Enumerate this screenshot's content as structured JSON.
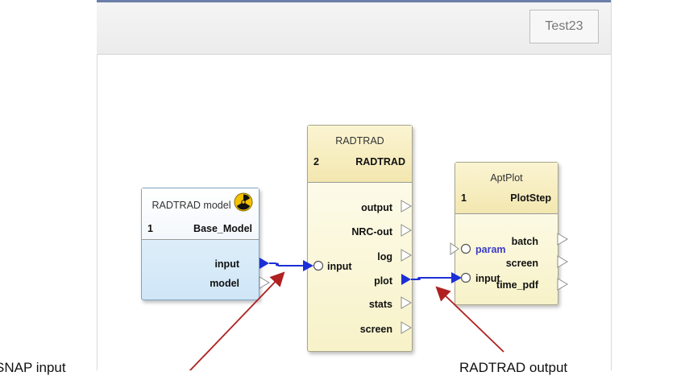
{
  "toolbar": {
    "button_label": "Test23"
  },
  "nodes": {
    "radtrad_model": {
      "title": "RADTRAD model",
      "icon": "radiation-icon",
      "number": "1",
      "instance": "Base_Model",
      "outputs": [
        "input",
        "model"
      ]
    },
    "radtrad": {
      "title": "RADTRAD",
      "number": "2",
      "instance": "RADTRAD",
      "inputs": [
        "input"
      ],
      "outputs": [
        "output",
        "NRC-out",
        "log",
        "plot",
        "stats",
        "screen"
      ]
    },
    "aptplot": {
      "title": "AptPlot",
      "number": "1",
      "instance": "PlotStep",
      "inputs": [
        "param",
        "input"
      ],
      "outputs": [
        "batch",
        "screen",
        "time_pdf"
      ]
    }
  },
  "annotations": {
    "left": "SNAP     input",
    "right": "RADTRAD     output"
  },
  "colors": {
    "connector": "#1c2fd6",
    "arrow": "#b02020",
    "param_label": "#3c3cc8",
    "model_node": "#cfe6f7",
    "component_node": "#f7f2c8"
  }
}
